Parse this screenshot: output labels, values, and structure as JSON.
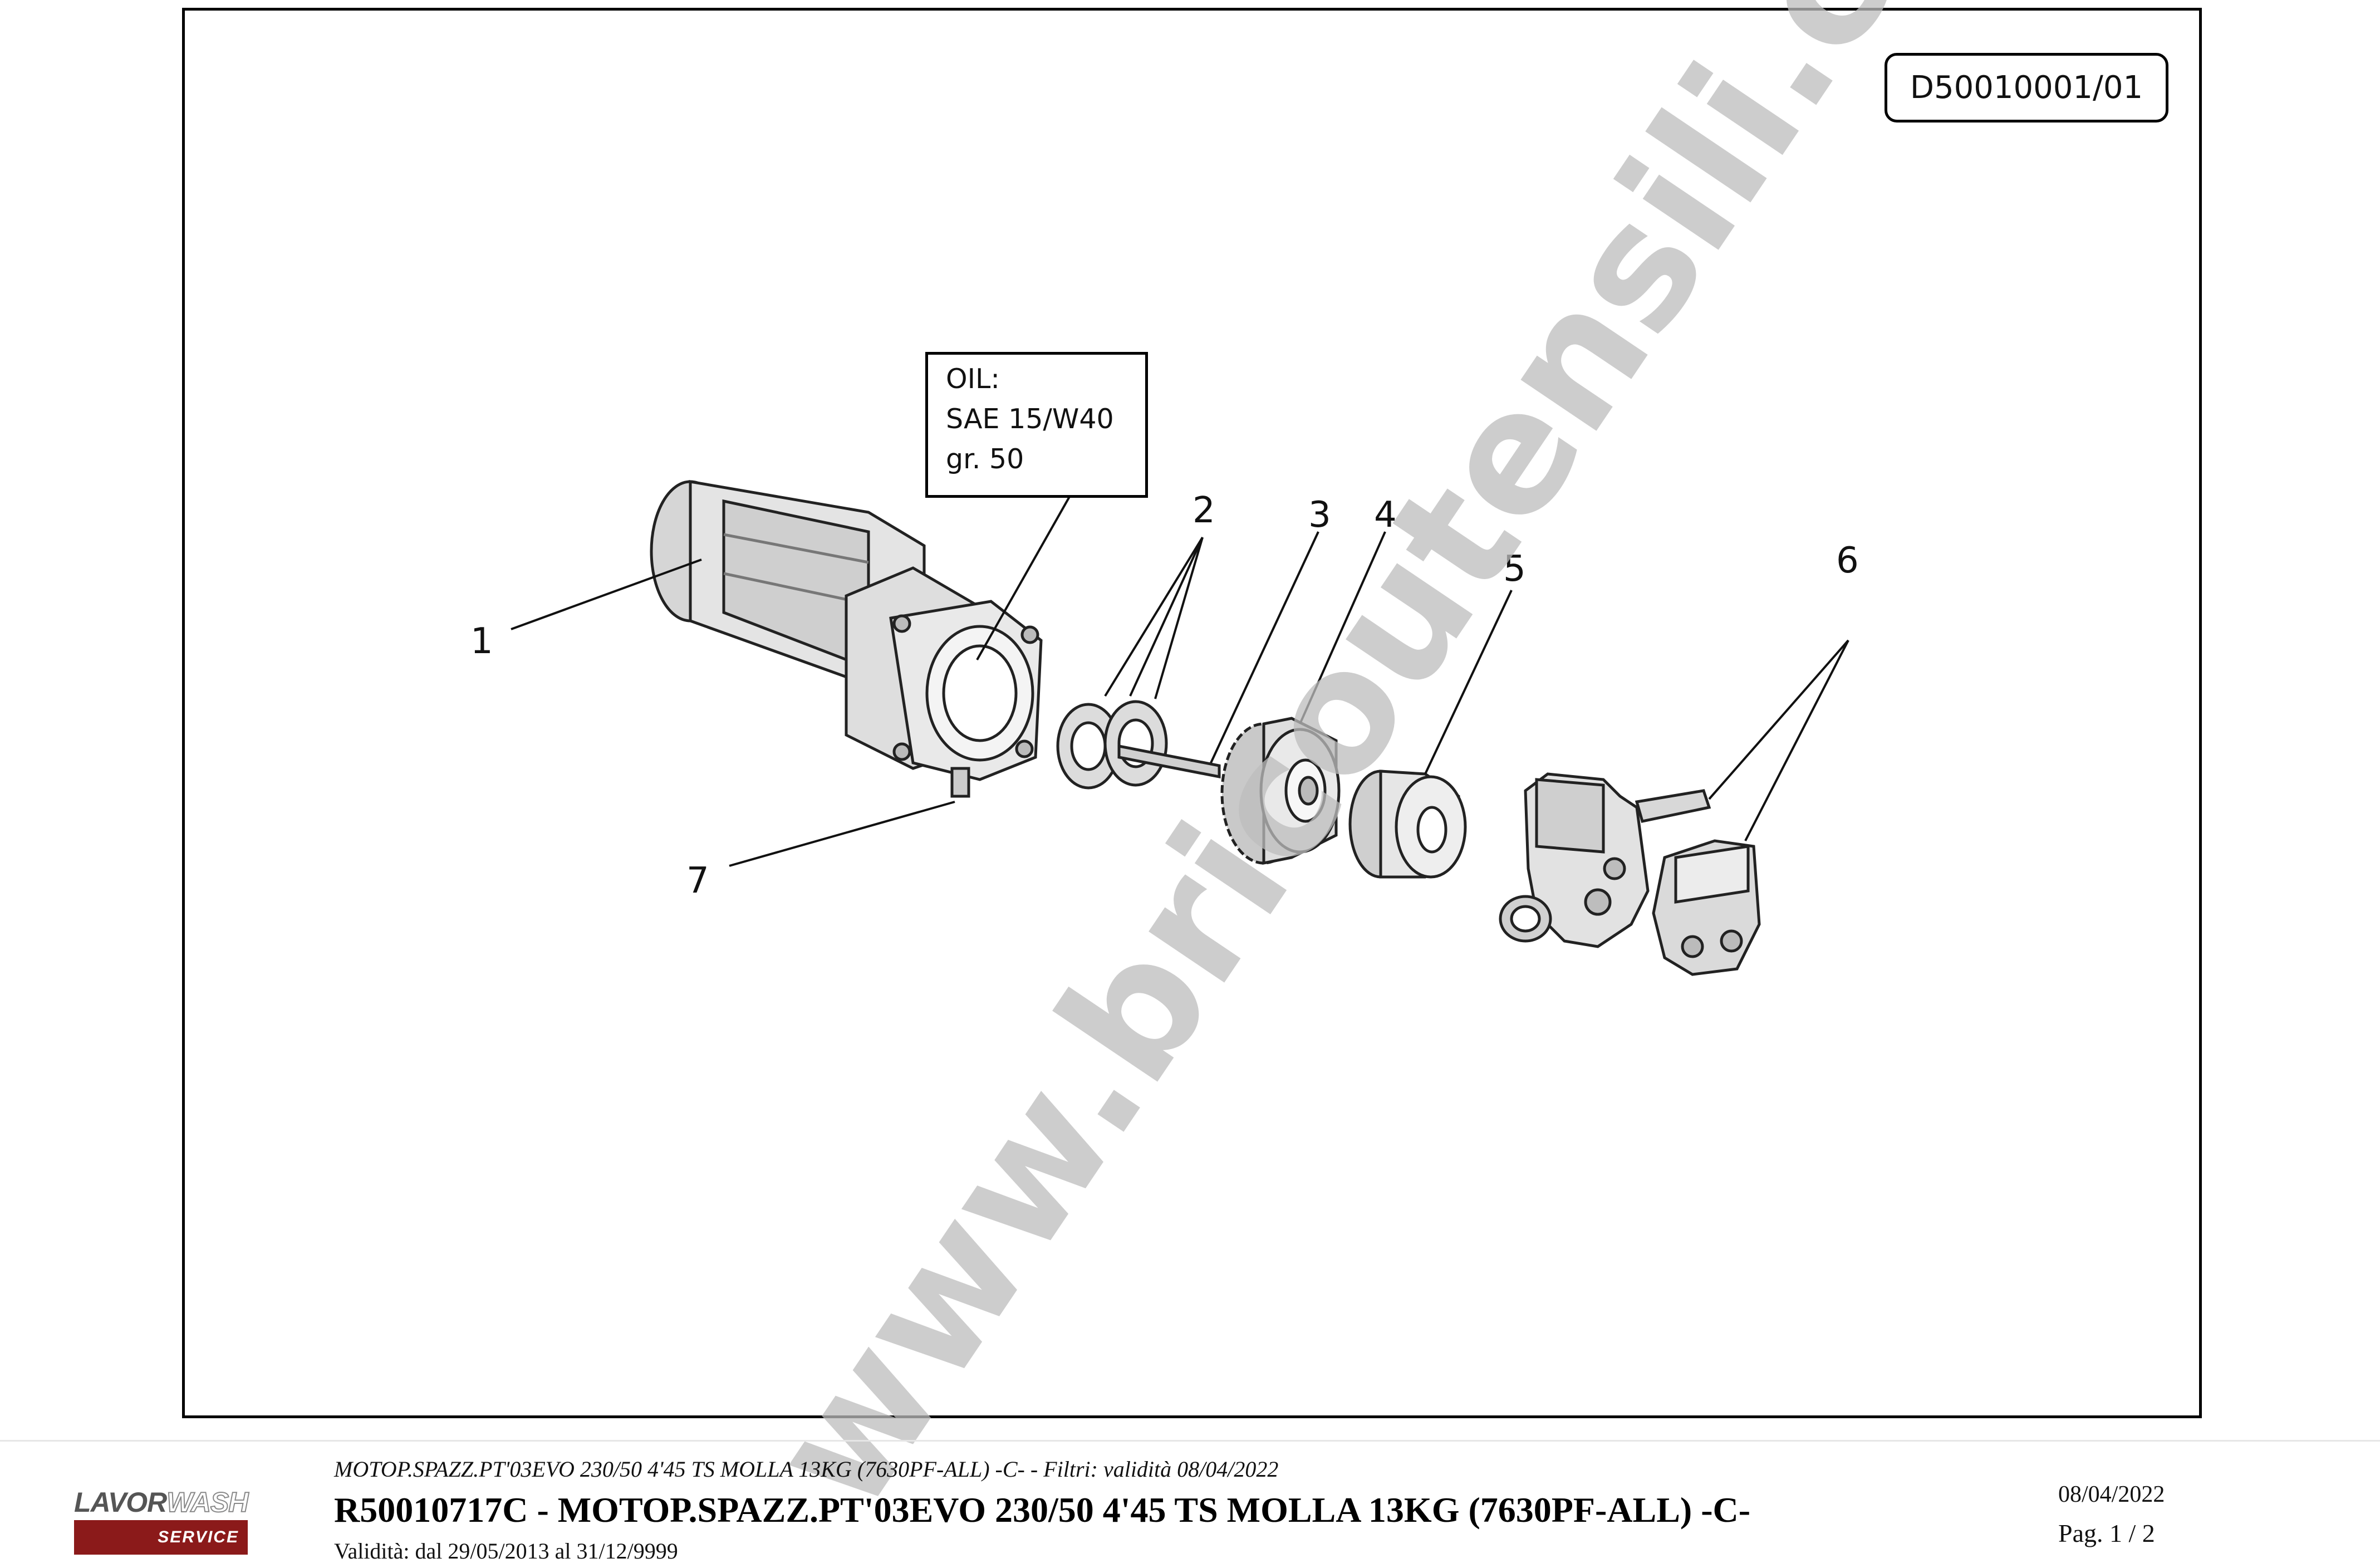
{
  "drawing": {
    "code": "D50010001/01",
    "oil_note": {
      "line1": "OIL:",
      "line2": "SAE 15/W40",
      "line3": "gr.  50"
    },
    "callouts": [
      "1",
      "2",
      "3",
      "4",
      "5",
      "6",
      "7"
    ]
  },
  "watermark": "www.bricoutensili.com",
  "logo": {
    "brand_a": "LAVOR",
    "brand_b": "WASH",
    "tag": "SERVICE"
  },
  "footer": {
    "subtitle": "MOTOP.SPAZZ.PT'03EVO 230/50 4'45 TS MOLLA 13KG (7630PF-ALL) -C- - Filtri: validità 08/04/2022",
    "title": "R50010717C - MOTOP.SPAZZ.PT'03EVO 230/50 4'45 TS MOLLA 13KG (7630PF-ALL) -C-",
    "validity": "Validità: dal 29/05/2013 al 31/12/9999",
    "date": "08/04/2022",
    "page": "Pag. 1 / 2"
  },
  "colors": {
    "line": "#000000",
    "part_fill": "#e9e9e9",
    "part_shade": "#9a9a9a",
    "watermark": "#bdbdbd",
    "logo_bar": "#8b1a1a"
  }
}
